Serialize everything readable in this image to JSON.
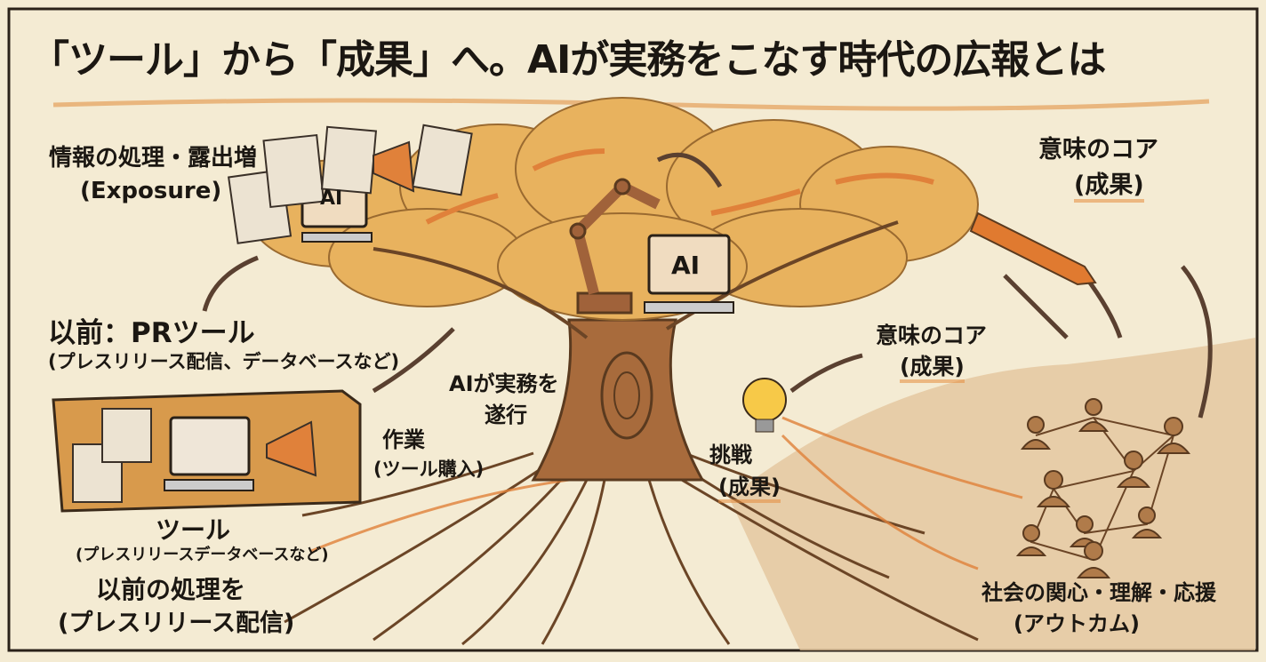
{
  "title": "「ツール」から「成果」へ。AIが実務をこなす時代の広報とは",
  "labels": {
    "exposure_title": "情報の処理・露出増",
    "exposure_sub": "(Exposure)",
    "core_top_title": "意味のコア",
    "core_top_sub": "(成果)",
    "pr_tool_title": "以前：PRツール",
    "pr_tool_sub": "(プレスリリース配信、データベースなど)",
    "ai_exec_1": "AIが実務を",
    "ai_exec_2": "遂行",
    "work_title": "作業",
    "work_sub": "(ツール購入)",
    "core_mid_title": "意味のコア",
    "core_mid_sub": "(成果)",
    "challenge_title": "挑戦",
    "challenge_sub": "(成果)",
    "tool_title": "ツール",
    "tool_sub": "(プレスリリースデータベースなど)",
    "prev_process_title": "以前の処理を",
    "prev_process_sub": "(プレスリリース配信)",
    "society_title": "社会の関心・理解・応援",
    "society_sub": "(アウトカム)"
  },
  "monitor_text": "AI",
  "colors": {
    "background": "#f4ebd3",
    "trunk": "#a86b3c",
    "canopy": "#e8b25e",
    "arrow": "#e0813a",
    "ink": "#1b1712"
  }
}
